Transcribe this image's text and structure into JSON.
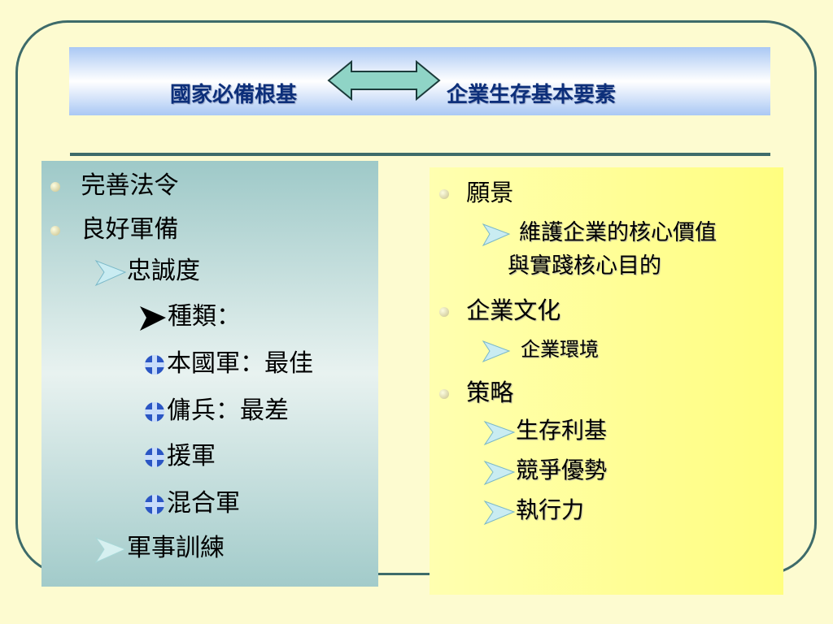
{
  "title": {
    "left": "國家必備根基",
    "right": "企業生存基本要素"
  },
  "left_panel": {
    "b1": "完善法令",
    "b2": "良好軍備",
    "sub1": "忠誠度",
    "sub2": "種類：",
    "t1": "本國軍：最佳",
    "t2": "傭兵：最差",
    "t3": "援軍",
    "t4": "混合軍",
    "sub3": "軍事訓練"
  },
  "right_panel": {
    "b1": "願景",
    "b1_sub_line1": "維護企業的核心價值",
    "b1_sub_line2": "與實踐核心目的",
    "b2": "企業文化",
    "b2_sub": "企業環境",
    "b3": "策略",
    "b3_sub1": "生存利基",
    "b3_sub2": "競爭優勢",
    "b3_sub3": "執行力"
  },
  "colors": {
    "frame": "#3e6b6a",
    "title_text": "#0d2f7a",
    "arrow_fill": "#8fd4c6",
    "left_panel": "#9ec9c8",
    "right_panel": "#fffe80"
  },
  "icons": {
    "bullet": "bullet-dot-icon",
    "arrow": "arrowhead-icon",
    "plus": "cross-plus-icon"
  }
}
